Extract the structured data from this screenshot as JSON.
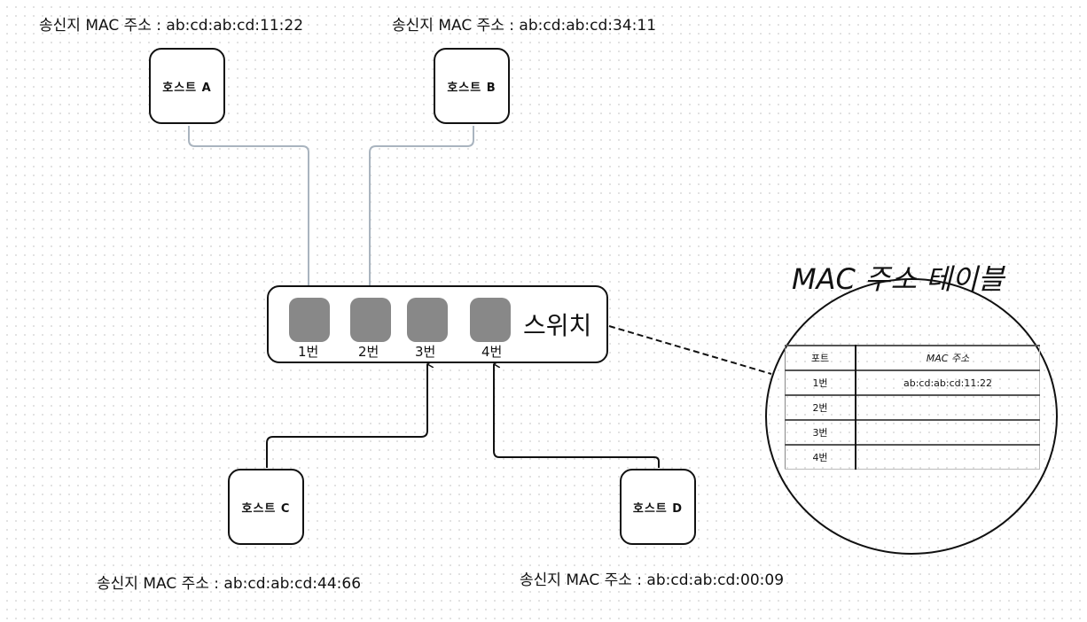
{
  "hosts": [
    {
      "id": "A",
      "label": "호스트 A",
      "caption": "송신지 MAC 주소 : ab:cd:ab:cd:11:22",
      "port": "1번"
    },
    {
      "id": "B",
      "label": "호스트 B",
      "caption": "송신지 MAC 주소 : ab:cd:ab:cd:34:11",
      "port": "2번"
    },
    {
      "id": "C",
      "label": "호스트 C",
      "caption": "송신지 MAC 주소 : ab:cd:ab:cd:44:66",
      "port": "3번"
    },
    {
      "id": "D",
      "label": "호스트 D",
      "caption": "송신지 MAC 주소 : ab:cd:ab:cd:00:09",
      "port": "4번"
    }
  ],
  "switch": {
    "label": "스위치",
    "ports": [
      "1번",
      "2번",
      "3번",
      "4번"
    ]
  },
  "mac_table": {
    "title": "MAC 주소 테이블",
    "headers": [
      "포트",
      "MAC 주소"
    ],
    "rows": [
      [
        "1번",
        "ab:cd:ab:cd:11:22"
      ],
      [
        "2번",
        ""
      ],
      [
        "3번",
        ""
      ],
      [
        "4번",
        ""
      ]
    ]
  },
  "colors": {
    "incoming_link": "#a9b4bf",
    "outgoing_link": "#111111",
    "port_fill": "#888888"
  }
}
